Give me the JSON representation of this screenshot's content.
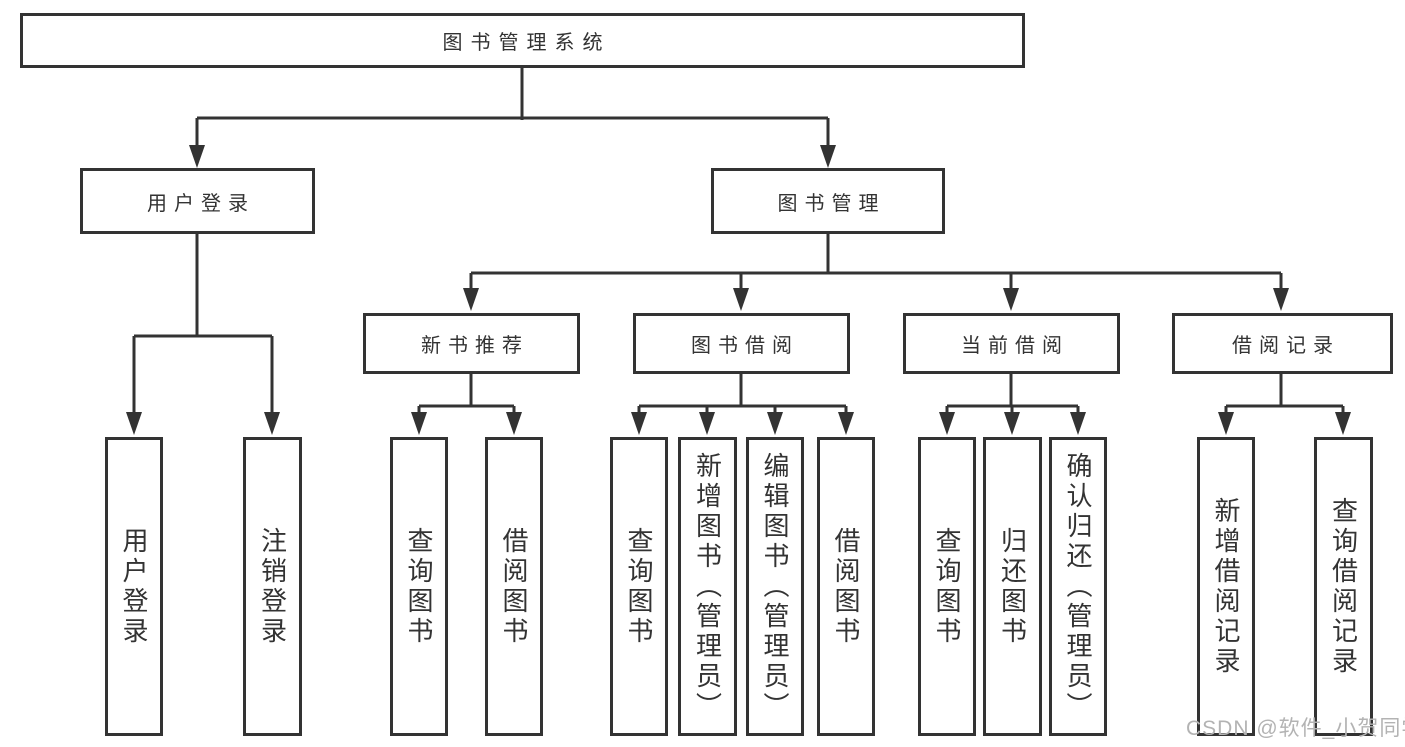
{
  "diagram": {
    "root": {
      "label": "图书管理系统"
    },
    "branches": [
      {
        "label": "用户登录",
        "children": [
          {
            "label": "用户登录"
          },
          {
            "label": "注销登录"
          }
        ]
      },
      {
        "label": "图书管理",
        "children": [
          {
            "label": "新书推荐",
            "children": [
              {
                "label": "查询图书"
              },
              {
                "label": "借阅图书"
              }
            ]
          },
          {
            "label": "图书借阅",
            "children": [
              {
                "label": "查询图书"
              },
              {
                "label": "新增图书（管理员）"
              },
              {
                "label": "编辑图书（管理员）"
              },
              {
                "label": "借阅图书"
              }
            ]
          },
          {
            "label": "当前借阅",
            "children": [
              {
                "label": "查询图书"
              },
              {
                "label": "归还图书"
              },
              {
                "label": "确认归还（管理员）"
              }
            ]
          },
          {
            "label": "借阅记录",
            "children": [
              {
                "label": "新增借阅记录"
              },
              {
                "label": "查询借阅记录"
              }
            ]
          }
        ]
      }
    ]
  },
  "watermark": {
    "text": "CSDN @软件_小贺同学"
  },
  "colors": {
    "line": "#333333",
    "box_border": "#333333",
    "text": "#333333",
    "background": "#ffffff",
    "watermark": "#b3b3b3"
  }
}
